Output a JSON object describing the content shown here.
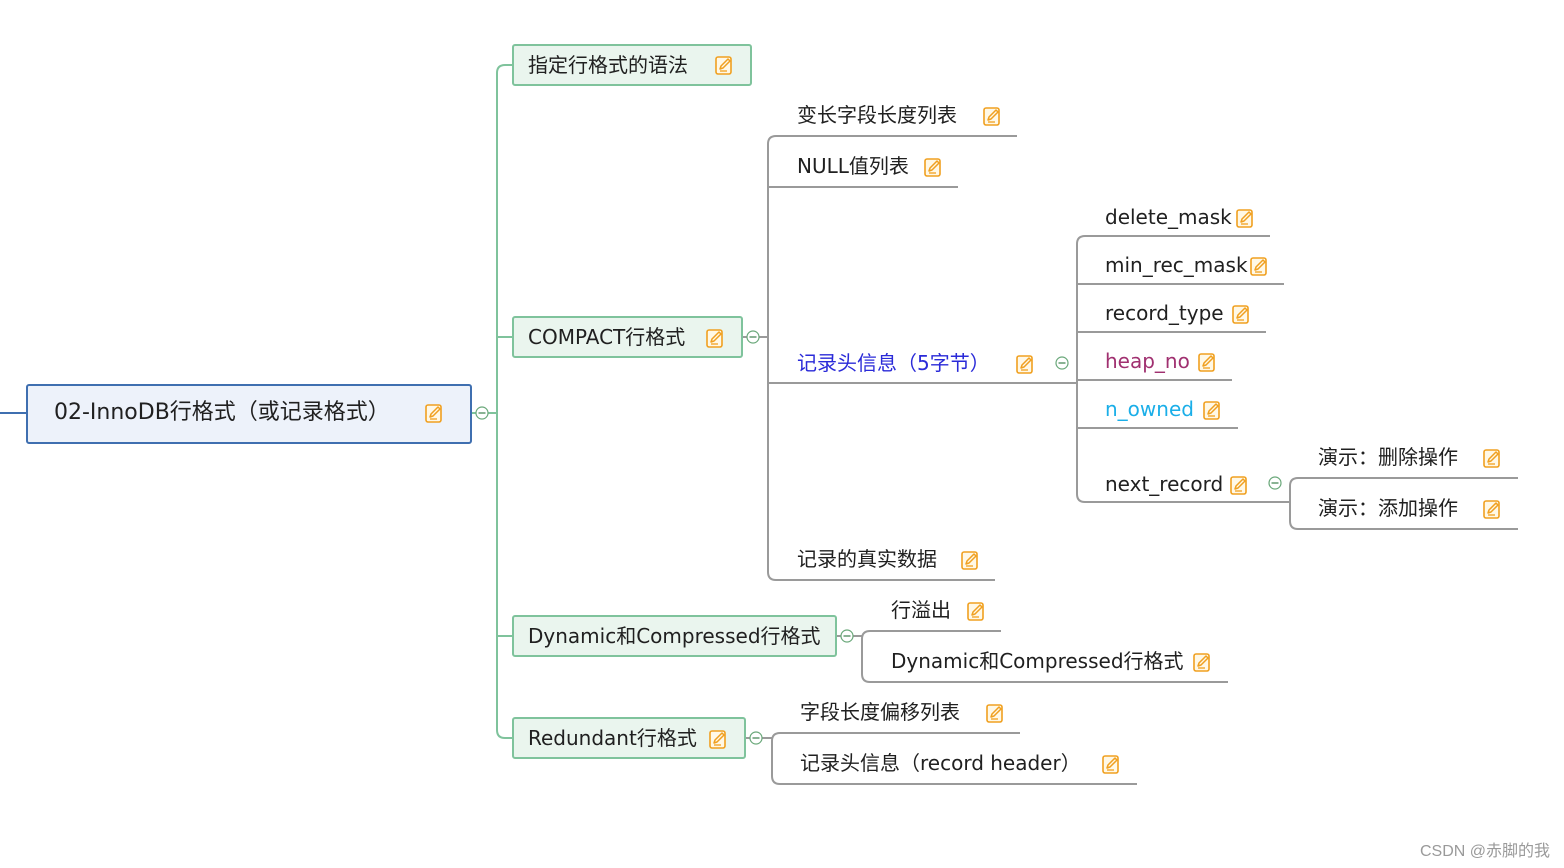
{
  "root": {
    "label": "02-InnoDB行格式（或记录格式）"
  },
  "branches": {
    "syntax": {
      "label": "指定行格式的语法"
    },
    "compact": {
      "label": "COMPACT行格式",
      "children": {
        "varlen": {
          "label": "变长字段长度列表"
        },
        "nulllist": {
          "label": "NULL值列表"
        },
        "header": {
          "label": "记录头信息（5字节）",
          "color": "#2a2ad8",
          "children": {
            "delete_mask": {
              "label": "delete_mask"
            },
            "min_rec_mask": {
              "label": "min_rec_mask"
            },
            "record_type": {
              "label": "record_type"
            },
            "heap_no": {
              "label": "heap_no",
              "color": "#a03070"
            },
            "n_owned": {
              "label": "n_owned",
              "color": "#1aaee8"
            },
            "next_record": {
              "label": "next_record",
              "children": {
                "demo_delete": {
                  "label": "演示：删除操作"
                },
                "demo_add": {
                  "label": "演示：添加操作"
                }
              }
            }
          }
        },
        "realdata": {
          "label": "记录的真实数据"
        }
      }
    },
    "dynamic": {
      "label": "Dynamic和Compressed行格式",
      "children": {
        "overflow": {
          "label": "行溢出"
        },
        "dyncomp": {
          "label": "Dynamic和Compressed行格式"
        }
      }
    },
    "redundant": {
      "label": "Redundant行格式",
      "children": {
        "offsets": {
          "label": "字段长度偏移列表"
        },
        "header": {
          "label": "记录头信息（record header）"
        }
      }
    }
  },
  "watermark": "CSDN @赤脚的我",
  "colors": {
    "root_border": "#3f6fb0",
    "l1_border": "#7fc39c",
    "connector": "#9a9a9a",
    "note_icon": "#f0a020"
  }
}
